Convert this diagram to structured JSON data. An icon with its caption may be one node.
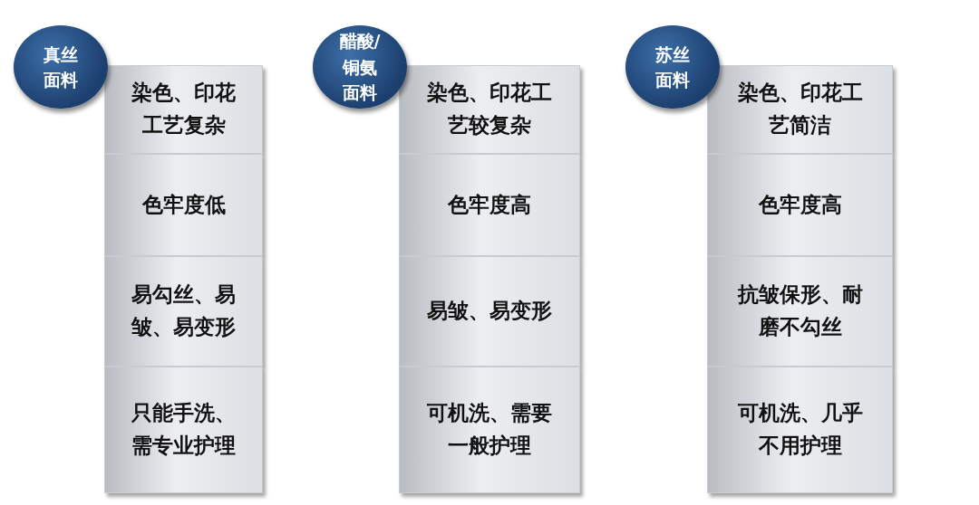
{
  "diagram": {
    "nodes": [
      {
        "text": [
          "真丝面料"
        ]
      },
      {
        "text": [
          "染色、印花工艺复杂"
        ]
      },
      {
        "text": [
          "色牢度低"
        ]
      },
      {
        "text": [
          "易勾丝、易皱、易变形"
        ]
      },
      {
        "text": [
          "只能手洗、需专业护理"
        ]
      },
      {
        "text": [
          "醋酸/铜氨面料"
        ]
      },
      {
        "text": [
          "染色、印花工艺较复杂"
        ]
      },
      {
        "text": [
          "色牢度高"
        ]
      },
      {
        "text": [
          "易皱、易变形"
        ]
      },
      {
        "text": [
          "可机洗、需要一般护理"
        ]
      },
      {
        "text": [
          "苏丝面料"
        ]
      },
      {
        "text": [
          "染色、印花工艺简洁"
        ]
      },
      {
        "text": [
          "色牢度高"
        ]
      },
      {
        "text": [
          "抗皱保形、耐磨不勾丝"
        ]
      },
      {
        "text": [
          "可机洗、几乎不用护理"
        ]
      }
    ],
    "edges": []
  }
}
